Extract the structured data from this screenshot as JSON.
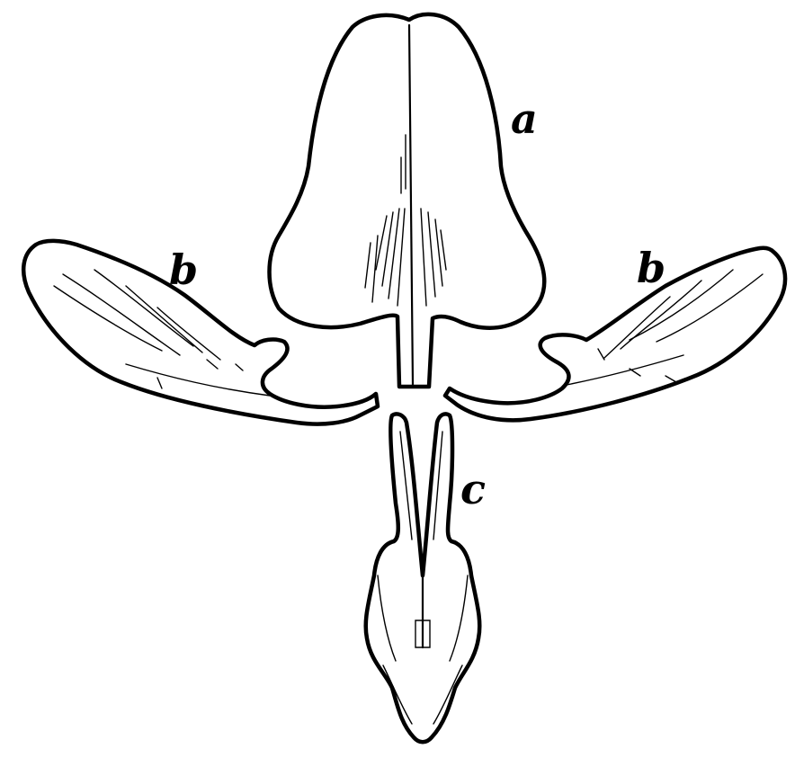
{
  "figure": {
    "labels": {
      "standard": "a",
      "wing_left": "b",
      "wing_right": "b",
      "keel": "c"
    }
  }
}
